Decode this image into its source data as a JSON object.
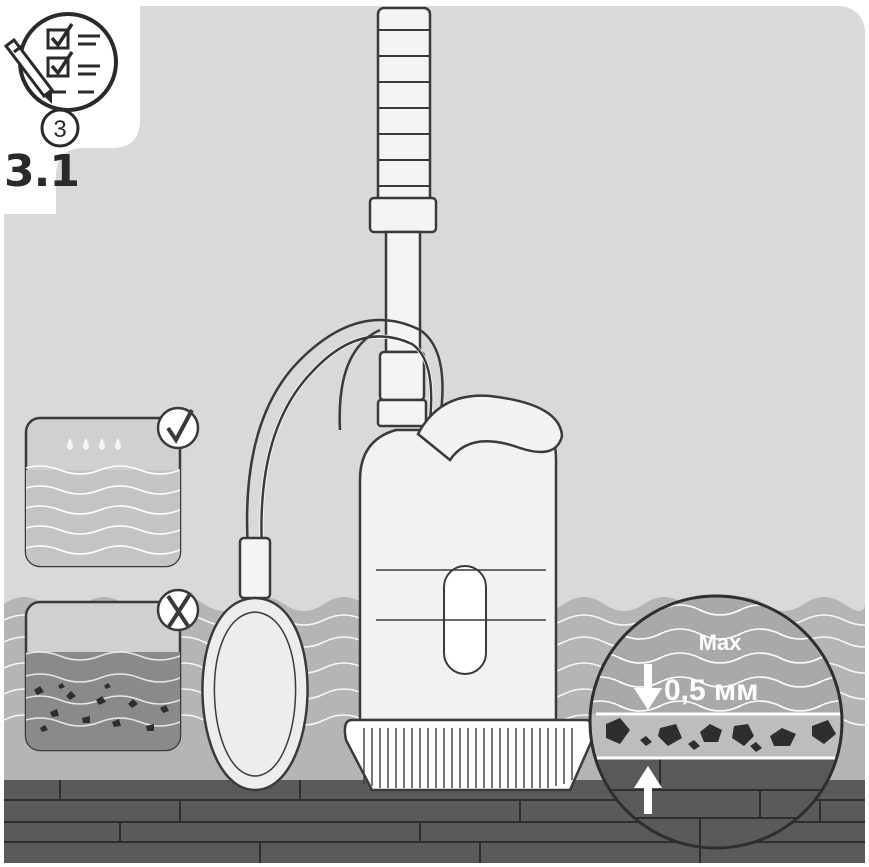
{
  "figure": {
    "step_number": "3",
    "section_label": "3.1",
    "zoom": {
      "max_label": "Max",
      "size_label": "0,5 мм"
    },
    "examples": [
      {
        "name": "clean-water-example",
        "status": "correct",
        "status_icon": "check-icon"
      },
      {
        "name": "dirty-water-example",
        "status": "incorrect",
        "status_icon": "cross-icon"
      }
    ],
    "colors": {
      "background": "#d9d9d9",
      "water": "#b5b5b5",
      "floor": "#5a5a5a",
      "line": "#3a3a3a",
      "arrow": "#ffffff"
    },
    "icons": [
      "checklist-icon",
      "pen-icon",
      "check-icon",
      "cross-icon",
      "arrow-down-icon",
      "arrow-up-icon"
    ]
  }
}
